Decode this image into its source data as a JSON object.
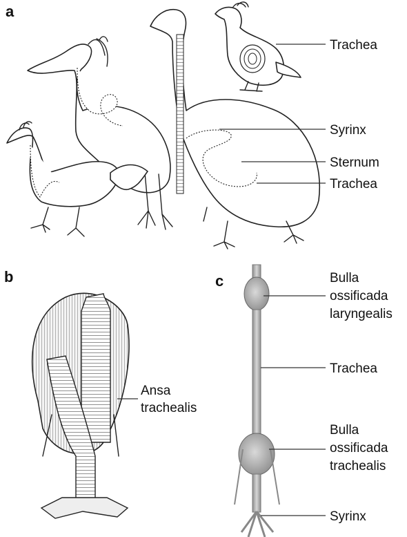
{
  "panels": {
    "a": {
      "letter": "a",
      "labels": [
        "Trachea",
        "Syrinx",
        "Sternum",
        "Trachea"
      ]
    },
    "b": {
      "letter": "b",
      "labels": [
        "Ansa",
        "trachealis"
      ]
    },
    "c": {
      "letter": "c",
      "labels": [
        "Bulla",
        "ossificada",
        "laryngealis",
        "Trachea",
        "Bulla",
        "ossificada",
        "trachealis",
        "Syrinx"
      ]
    }
  }
}
